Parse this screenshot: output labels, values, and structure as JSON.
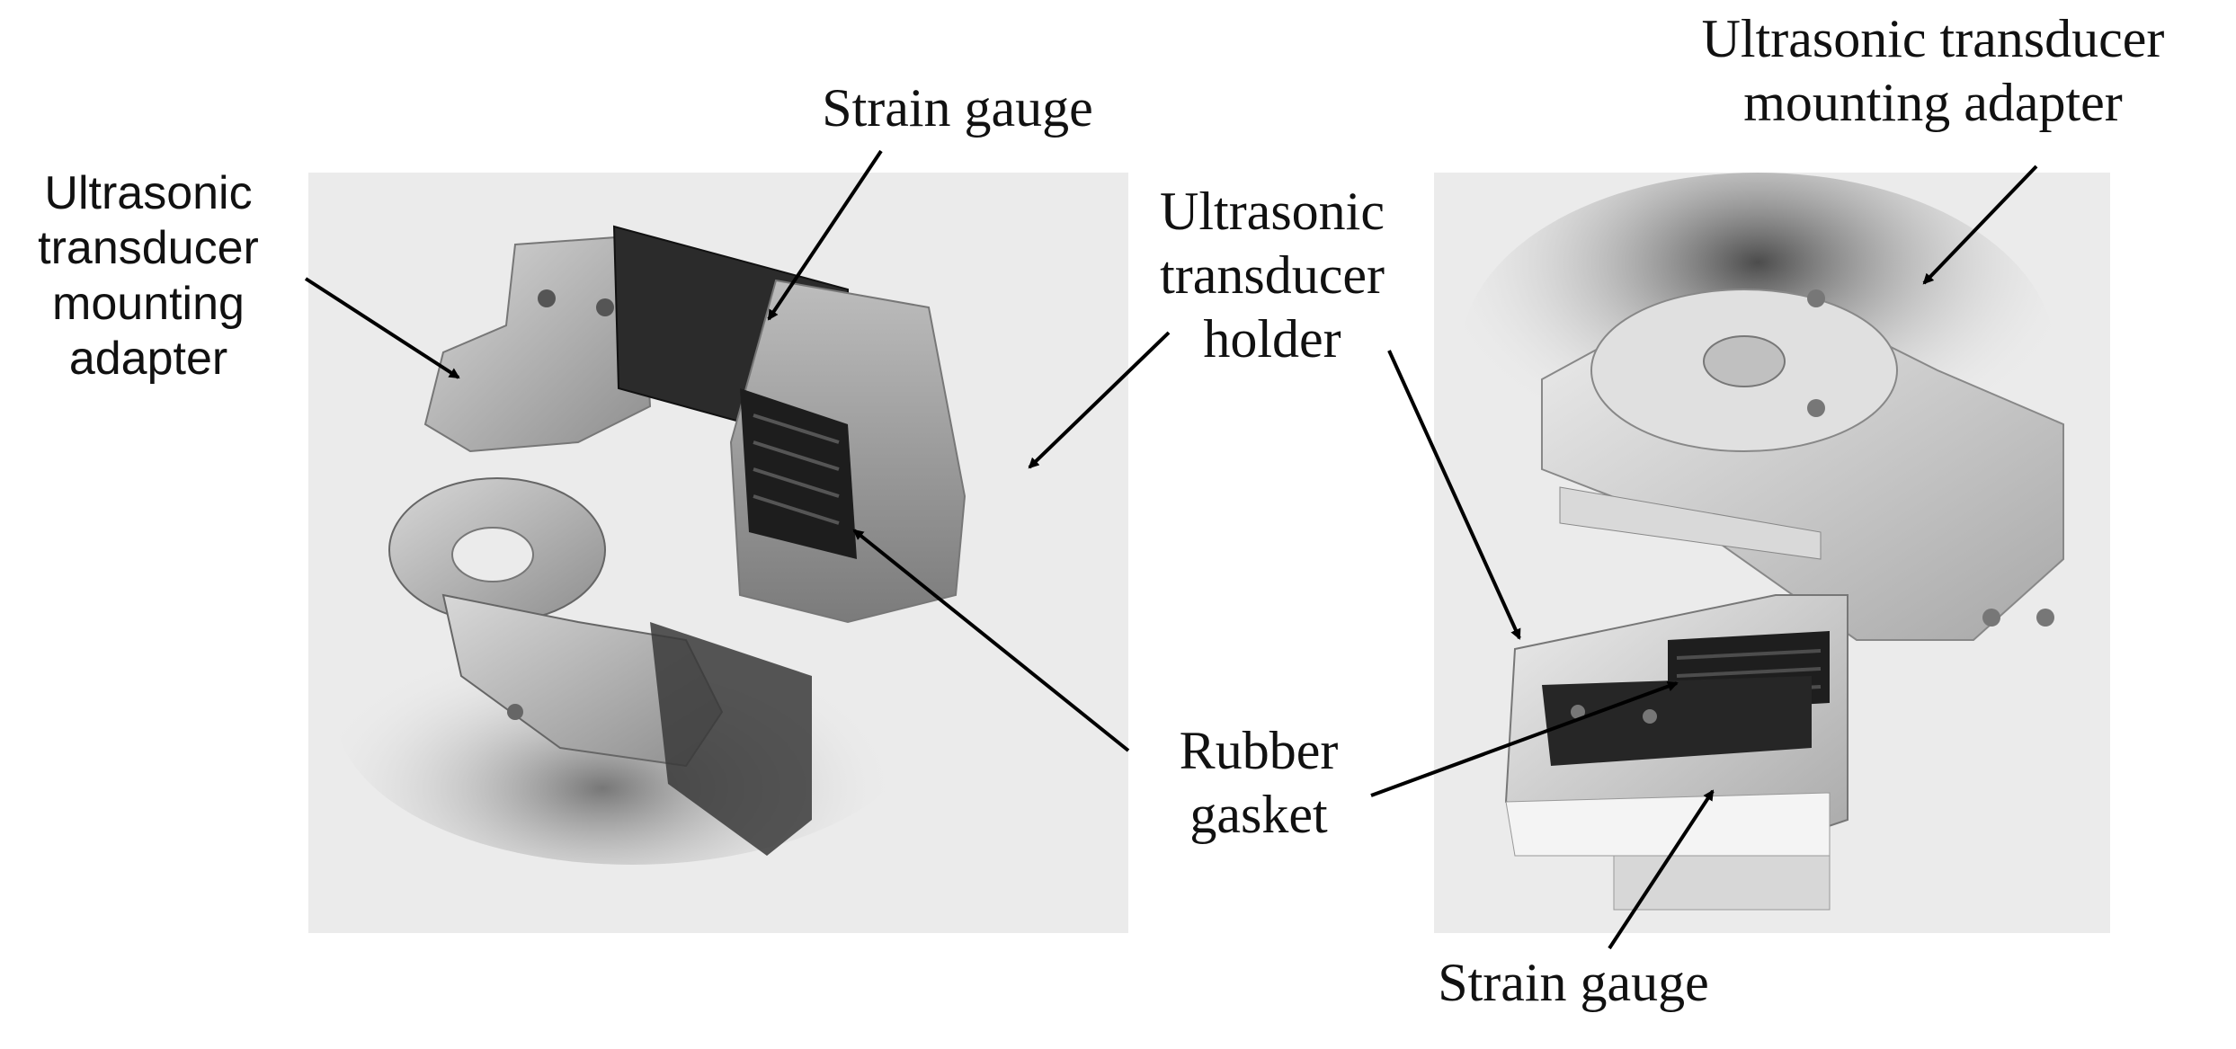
{
  "figure": {
    "left_view": {
      "labels": {
        "strain_gauge": "Strain gauge",
        "mounting_adapter": "Ultrasonic\ntransducer\nmounting\nadapter",
        "rubber_gasket": "Rubber\ngasket"
      }
    },
    "right_view": {
      "labels": {
        "mounting_adapter": "Ultrasonic transducer\nmounting adapter",
        "holder": "Ultrasonic\ntransducer\nholder",
        "strain_gauge": "Strain gauge"
      }
    },
    "colors": {
      "background_panel": "#ebebeb",
      "part_light": "#c9c9c9",
      "part_dark": "#2b2b2b"
    }
  }
}
